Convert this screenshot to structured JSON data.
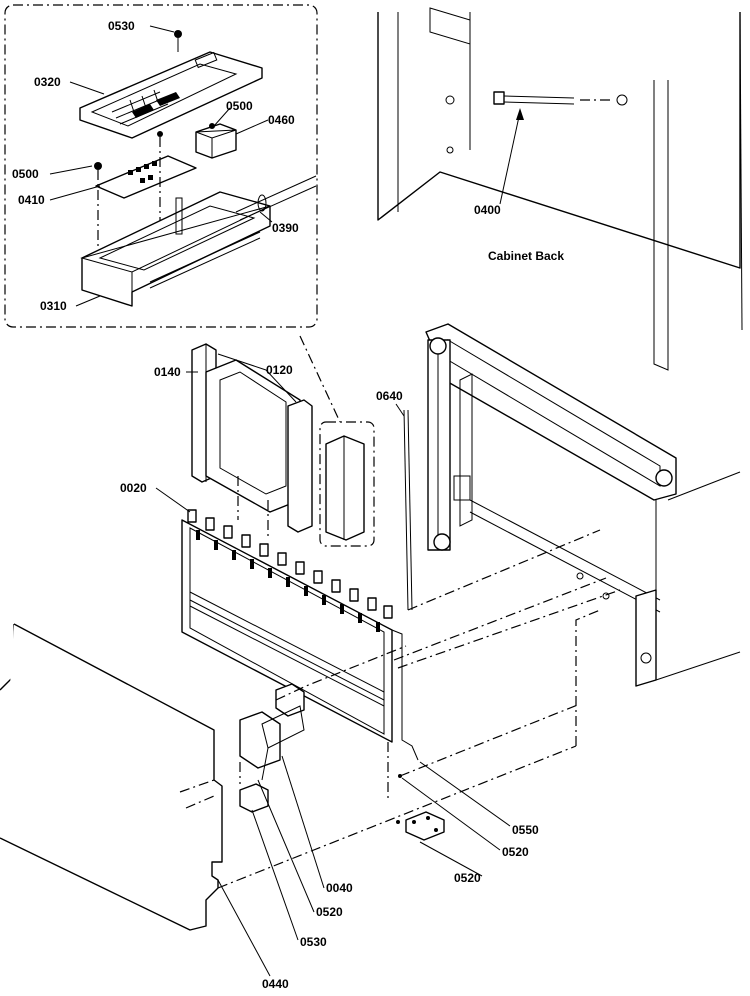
{
  "labels": {
    "p0530a": "0530",
    "p0320": "0320",
    "p0500a": "0500",
    "p0460": "0460",
    "p0500b": "0500",
    "p0410": "0410",
    "p0390": "0390",
    "p0310": "0310",
    "p0400": "0400",
    "p0140": "0140",
    "p0120": "0120",
    "p0640": "0640",
    "p0020": "0020",
    "p0550": "0550",
    "p0520a": "0520",
    "p0520b": "0520",
    "p0040": "0040",
    "p0520c": "0520",
    "p0530b": "0530",
    "p0440": "0440"
  },
  "captions": {
    "cabinet_back": "Cabinet Back"
  }
}
